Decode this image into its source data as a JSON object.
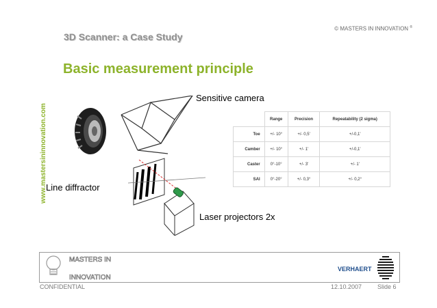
{
  "header": {
    "copyright": "© MASTERS IN INNOVATION",
    "copyright_mark": "®",
    "section_title": "3D Scanner: a Case Study",
    "title": "Basic measurement principle",
    "side_url": "www.mastersininnovation.com"
  },
  "diagram": {
    "camera_label": "Sensitive camera",
    "diffractor_label": "Line diffractor",
    "laser_label": "Laser projectors 2x"
  },
  "table": {
    "columns": [
      "Range",
      "Precision",
      "Repeatability (2 sigma)"
    ],
    "rows": [
      {
        "name": "Toe",
        "cells": [
          "+/- 10°",
          "+/- 0,5'",
          "+/-0,1'"
        ]
      },
      {
        "name": "Camber",
        "cells": [
          "+/- 10°",
          "+/- 1'",
          "+/-0,1'"
        ]
      },
      {
        "name": "Caster",
        "cells": [
          "0°-10°",
          "+/- 3'",
          "+/- 1'"
        ]
      },
      {
        "name": "SAI",
        "cells": [
          "0°-20°",
          "+/- 0,3°",
          "+/- 0,2°"
        ]
      }
    ]
  },
  "footer": {
    "logo_line1": "MASTERS IN",
    "logo_line2": "INNOVATION",
    "partner_logo": "VERHAERT",
    "confidential": "CONFIDENTIAL",
    "date": "12.10.2007",
    "slide": "Slide 6"
  },
  "colors": {
    "accent_green": "#8db32b",
    "section_grey": "#909090",
    "verhaert_blue": "#1f4e8c",
    "laser_green": "#2f9a4a",
    "laser_red": "#d93030"
  }
}
